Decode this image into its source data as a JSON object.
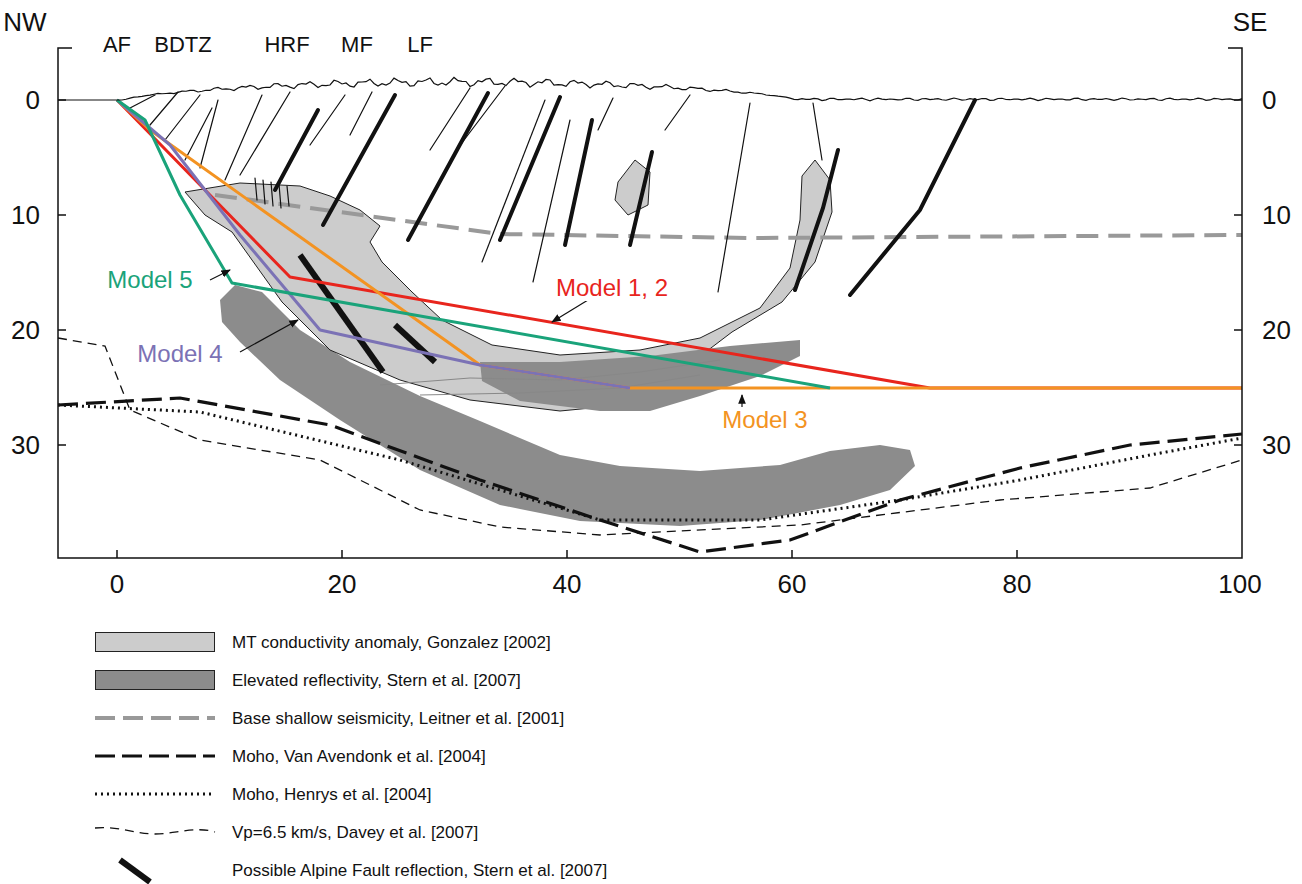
{
  "diagram": {
    "labels": [
      "NW",
      "SE",
      "AF",
      "BDTZ",
      "HRF",
      "MF",
      "LF",
      "0",
      "10",
      "20",
      "30",
      "0",
      "10",
      "20",
      "30",
      "0",
      "20",
      "40",
      "60",
      "80",
      "100",
      "Model 5",
      "Model 1, 2",
      "Model 4",
      "Model 3"
    ],
    "legend": [
      {
        "text": "MT conductivity anomaly, Gonzalez [2002]",
        "color": "#cccccc"
      },
      {
        "text": "Elevated reflectivity, Stern et al. [2007]",
        "color": "#8c8c8c"
      },
      {
        "text": "Base shallow seismicity, Leitner et al. [2001]"
      },
      {
        "text": "Moho, Van Avendonk et al. [2004]"
      },
      {
        "text": "Moho, Henrys et al. [2004]"
      },
      {
        "text": "Vp=6.5 km/s, Davey et al. [2007]"
      },
      {
        "text": "Possible Alpine Fault reflection, Stern et al. [2007]"
      }
    ]
  }
}
